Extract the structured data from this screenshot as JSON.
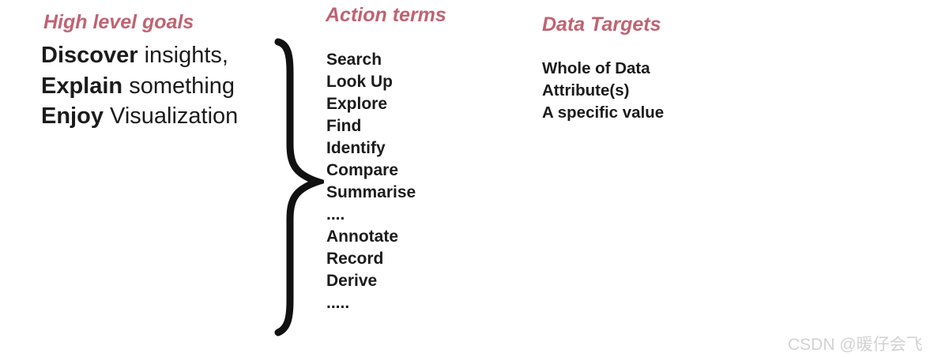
{
  "page": {
    "background": "#ffffff",
    "accent_color": "#bf6372",
    "text_color": "#1b1b1b",
    "watermark_color": "#d2d2d2"
  },
  "columns": {
    "goals": {
      "heading": "High level goals",
      "lines": [
        {
          "bold": "Discover",
          "rest": " insights,"
        },
        {
          "bold": "Explain",
          "rest": " something"
        },
        {
          "bold": "Enjoy",
          "rest": " Visualization"
        }
      ]
    },
    "actions": {
      "heading": "Action terms",
      "items": [
        "Search",
        "Look Up",
        "Explore",
        "Find",
        "Identify",
        "Compare",
        "Summarise",
        "....",
        "Annotate",
        "Record",
        "Derive",
        "....."
      ]
    },
    "targets": {
      "heading": "Data Targets",
      "items": [
        "Whole of Data",
        "Attribute(s)",
        "A specific value"
      ]
    }
  },
  "watermark": "CSDN @暖仔会飞"
}
